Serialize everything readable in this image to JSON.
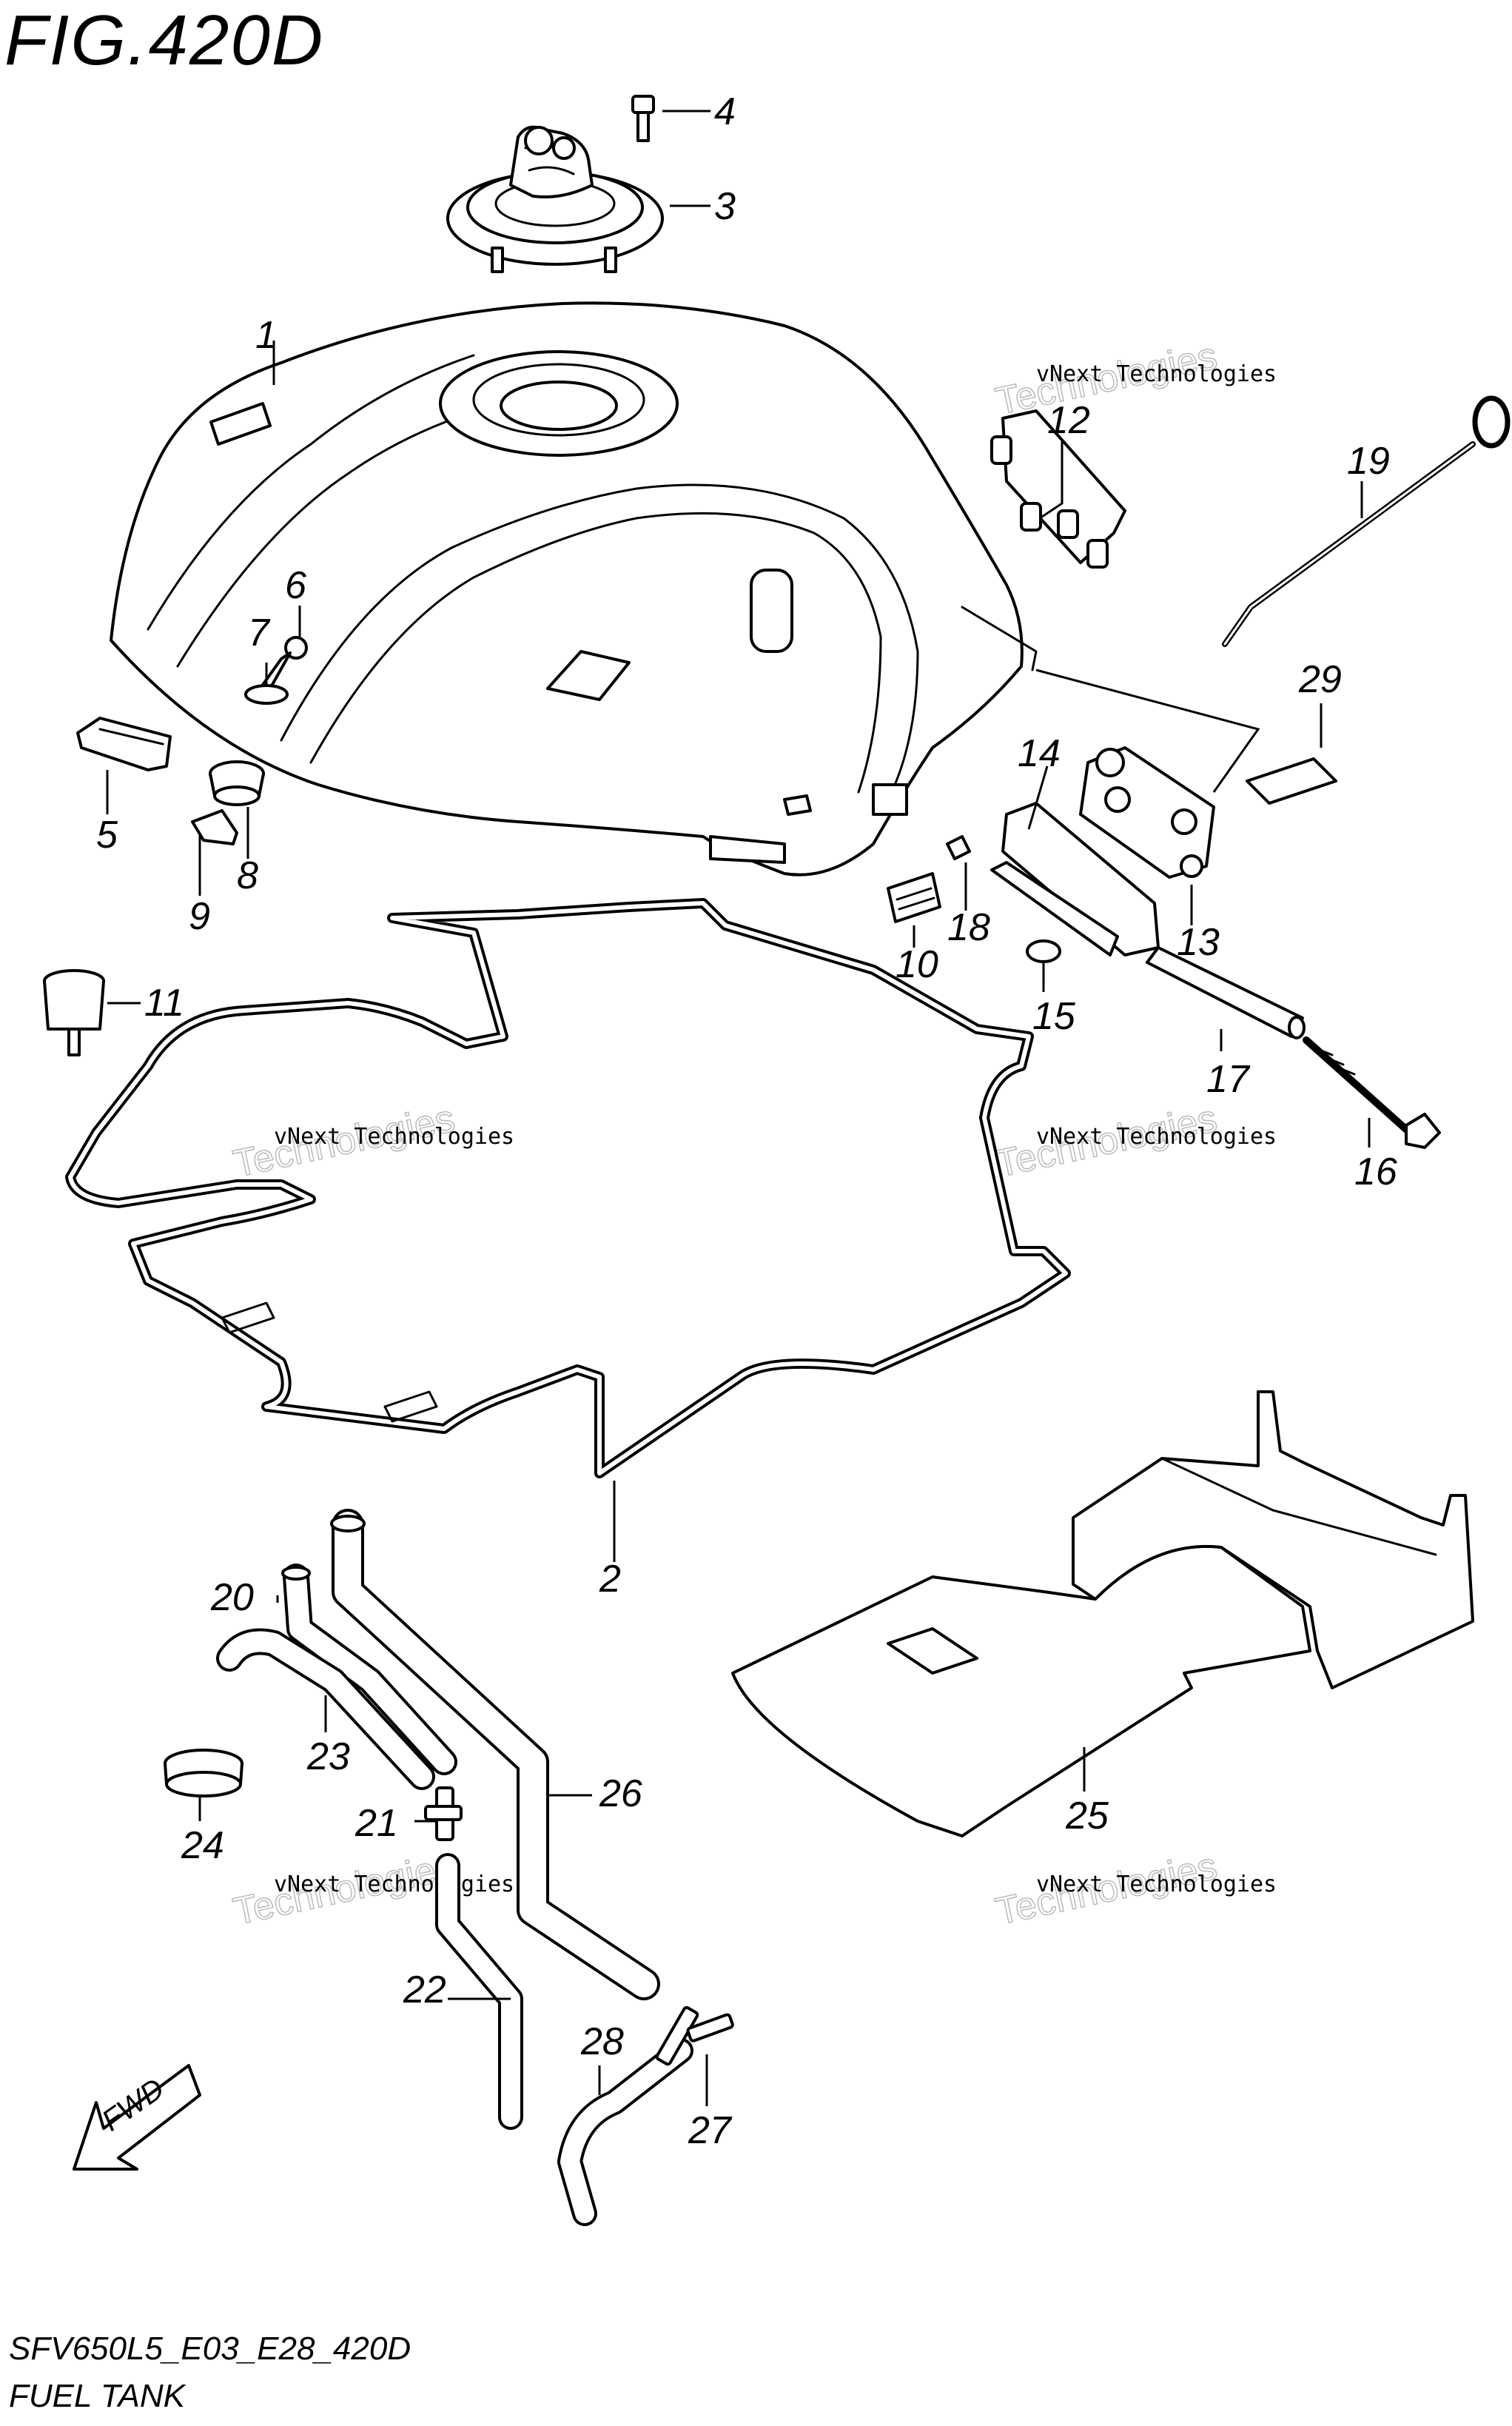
{
  "figure": {
    "title": "FIG.420D",
    "code": "SFV650L5_E03_E28_420D",
    "name": "FUEL TANK"
  },
  "watermark": {
    "line1": "vNext Technologies",
    "line2": "Technologies"
  },
  "fwd_label": "FWD",
  "callouts": [
    {
      "num": "1",
      "part": "fuel-tank"
    },
    {
      "num": "2",
      "part": "tank-seal"
    },
    {
      "num": "3",
      "part": "fuel-cap"
    },
    {
      "num": "4",
      "part": "cap-bolt"
    },
    {
      "num": "5",
      "part": "front-cushion"
    },
    {
      "num": "6",
      "part": "bolt"
    },
    {
      "num": "7",
      "part": "washer"
    },
    {
      "num": "8",
      "part": "cushion"
    },
    {
      "num": "9",
      "part": "collar"
    },
    {
      "num": "10",
      "part": "label"
    },
    {
      "num": "11",
      "part": "cushion-rubber"
    },
    {
      "num": "12",
      "part": "rear-bracket"
    },
    {
      "num": "13",
      "part": "bracket-assembly"
    },
    {
      "num": "14",
      "part": "mount-plate"
    },
    {
      "num": "15",
      "part": "clip"
    },
    {
      "num": "16",
      "part": "long-bolt"
    },
    {
      "num": "17",
      "part": "tube"
    },
    {
      "num": "18",
      "part": "nut"
    },
    {
      "num": "19",
      "part": "prop-rod"
    },
    {
      "num": "20",
      "part": "hose"
    },
    {
      "num": "21",
      "part": "joint"
    },
    {
      "num": "22",
      "part": "hose"
    },
    {
      "num": "23",
      "part": "hose"
    },
    {
      "num": "24",
      "part": "collar"
    },
    {
      "num": "25",
      "part": "heat-shield"
    },
    {
      "num": "26",
      "part": "drain-hose"
    },
    {
      "num": "27",
      "part": "t-joint"
    },
    {
      "num": "28",
      "part": "hose"
    },
    {
      "num": "29",
      "part": "pad"
    }
  ]
}
